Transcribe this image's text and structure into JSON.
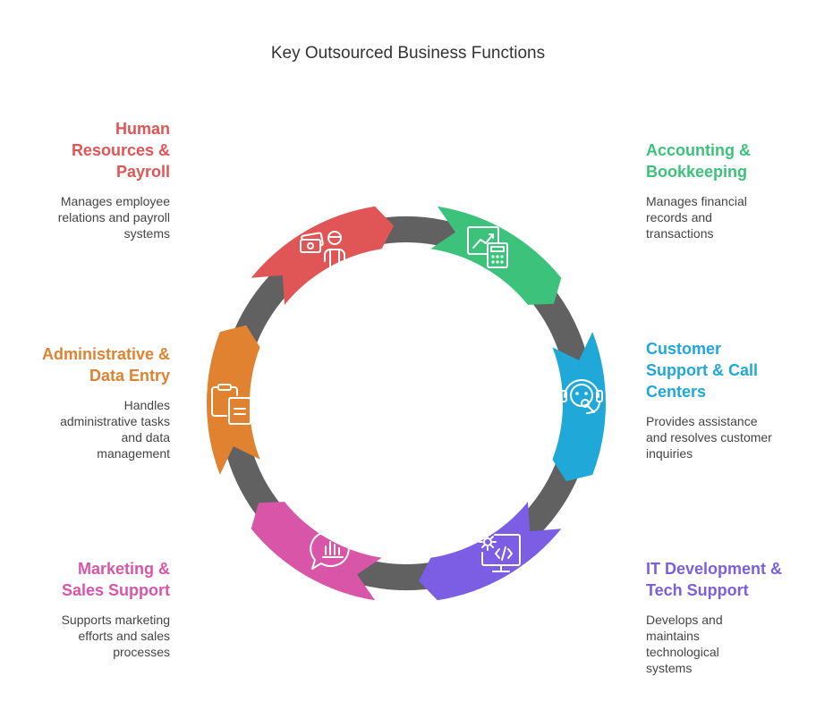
{
  "title": "Key Outsourced Business Functions",
  "segments": [
    {
      "heading": "Accounting & Bookkeeping",
      "description": "Manages financial records and transactions",
      "color": "#3cc27a",
      "icon": "chart-calculator-icon"
    },
    {
      "heading": "Customer Support & Call Centers",
      "description": "Provides assistance and resolves customer inquiries",
      "color": "#1fa8d8",
      "icon": "headset-agent-icon"
    },
    {
      "heading": "IT Development & Tech Support",
      "description": "Develops and maintains technological systems",
      "color": "#7b5ee3",
      "icon": "gear-code-monitor-icon"
    },
    {
      "heading": "Marketing & Sales Support",
      "description": "Supports marketing efforts and sales processes",
      "color": "#d855a8",
      "icon": "chat-bar-chart-icon"
    },
    {
      "heading": "Administrative & Data Entry",
      "description": "Handles administrative tasks and data management",
      "color": "#e08230",
      "icon": "clipboard-document-icon"
    },
    {
      "heading": "Human Resources & Payroll",
      "description": "Manages employee relations and payroll systems",
      "color": "#e05555",
      "icon": "money-person-icon"
    }
  ],
  "connector_color": "#616161"
}
